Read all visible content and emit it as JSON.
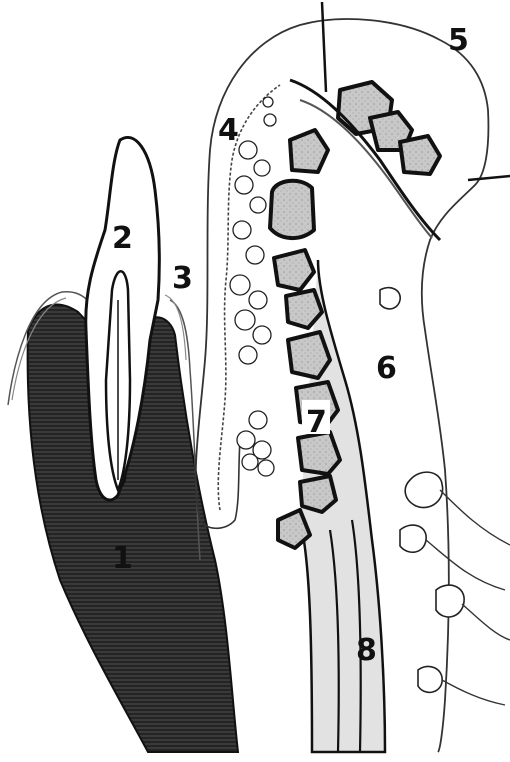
{
  "labels": {
    "l1": "1",
    "l2": "2",
    "l3": "3",
    "l4": "4",
    "l5": "5",
    "l6": "6",
    "l7": "7",
    "l8": "8"
  },
  "colors": {
    "ink": "#111111",
    "bone": "#2b2b2b",
    "cartilage": "#bdbdbd",
    "muscle": "#d9d9d9",
    "paper": "#ffffff"
  }
}
